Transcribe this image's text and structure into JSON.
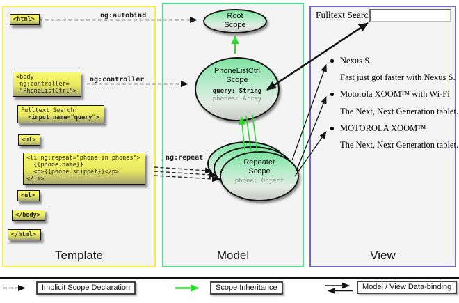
{
  "template_panel": {
    "label": "Template",
    "code": {
      "html_open": "<html>",
      "body_open": [
        "<body",
        " ng:controller=",
        " \"PhoneListCtrl\">"
      ],
      "fulltext_line1": "Fulltext Search:",
      "fulltext_line2": "  <input name=\"query\">",
      "ul_open": "<ul>",
      "li_repeat": [
        "<li ng:repeat=\"phone in phones\">",
        "  {{phone.name}}",
        "  <p>{{phone.snippet}}</p>",
        "</li>"
      ],
      "ul_close": "<ul>",
      "body_close": "</body>",
      "html_close": "</html>"
    },
    "arrow_labels": {
      "autobind": "ng:autobind",
      "controller": "ng:controller",
      "repeat": "ng:repeat"
    }
  },
  "model_panel": {
    "label": "Model",
    "root_scope": {
      "line1": "Root",
      "line2": "Scope"
    },
    "phonelist_scope": {
      "line1": "PhoneListCtrl",
      "line2": "Scope",
      "prop_query": "query: String",
      "prop_phones": "phones: Array"
    },
    "repeater_scope": {
      "line1": "Repeater",
      "line2": "Scope",
      "prop_phone": "phone: Object"
    }
  },
  "view_panel": {
    "label": "View",
    "search_label": "Fulltext Search:",
    "search_value": "",
    "lines": [
      {
        "text": "Nexus S"
      },
      {
        "text": "Fast just got faster with Nexus S."
      },
      {
        "text": "Motorola XOOM™  with Wi-Fi"
      },
      {
        "text": "The Next, Next Generation tablet."
      },
      {
        "text": "MOTOROLA XOOM™"
      },
      {
        "text": "The Next, Next Generation tablet."
      }
    ]
  },
  "legend": {
    "implicit_scope": "Implicit Scope Declaration",
    "scope_inheritance": "Scope Inheritance",
    "data_binding": "Model / View Data-binding"
  },
  "colors": {
    "template_border": "#f6ef38",
    "model_border": "#4de08c",
    "view_border": "#7164d8",
    "green_arrow": "#2bdb2b",
    "code_box_yellow": "#f2f25e",
    "scope_green": "#7fe3a2"
  }
}
